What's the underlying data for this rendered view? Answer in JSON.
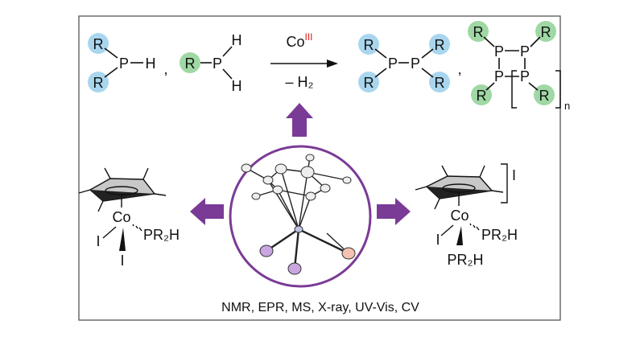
{
  "colors": {
    "blue_substituent": "#a9d6ee",
    "green_substituent": "#9fd8a4",
    "purple_accent": "#7a3b96",
    "cobalt_label": "#d81e1e",
    "frame": "#555555"
  },
  "scheme": {
    "substituent_label": "R",
    "phosphorus": "P",
    "hydrogen": "H",
    "separator": ",",
    "catalyst": "Co",
    "catalyst_oxidation_state": "III",
    "byproduct": "– H₂",
    "polymer_subscript": "n"
  },
  "left_complex": {
    "metal": "Co",
    "ligand_phosphine": "PR₂H",
    "halide": "I"
  },
  "right_complex": {
    "metal": "Co",
    "ligand_phosphine": "PR₂H",
    "halide": "I",
    "counterion": "I"
  },
  "icons": [
    "purple-arrow-up-icon",
    "purple-arrow-left-icon",
    "purple-arrow-right-icon",
    "crystal-structure-icon"
  ],
  "caption": "NMR, EPR, MS, X-ray, UV-Vis, CV"
}
